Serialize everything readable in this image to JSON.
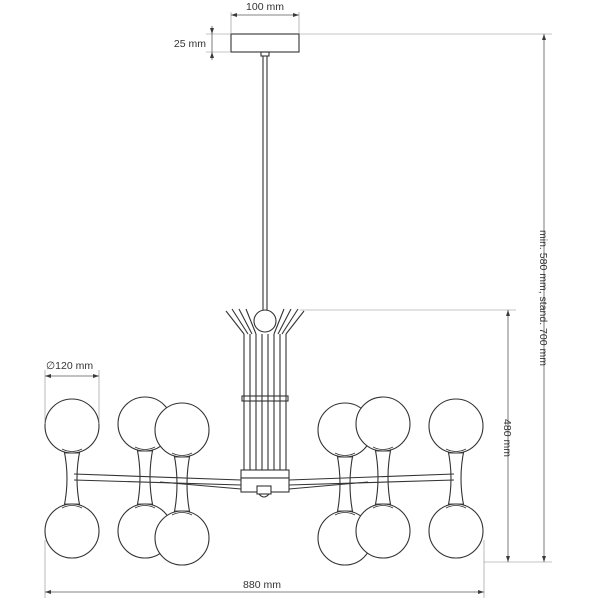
{
  "dimensions": {
    "canopy_width": "100 mm",
    "canopy_height": "25 mm",
    "total_height": "min. 580 mm, stand. 700 mm",
    "body_height": "480 mm",
    "globe_diameter": "120 mm",
    "total_width": "880 mm",
    "diameter_symbol": "∅"
  }
}
